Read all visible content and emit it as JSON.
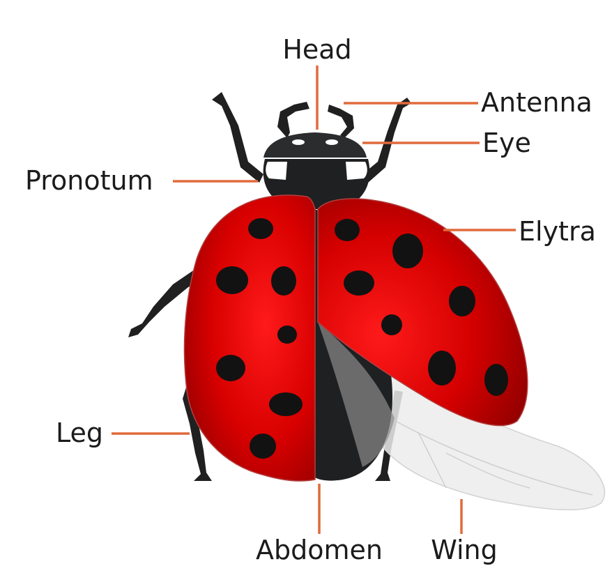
{
  "diagram": {
    "labels": {
      "head": "Head",
      "antenna": "Antenna",
      "eye": "Eye",
      "pronotum": "Pronotum",
      "elytra": "Elytra",
      "leg": "Leg",
      "abdomen": "Abdomen",
      "wing": "Wing"
    },
    "colors": {
      "leader_line": "#e06a3c",
      "elytra_red": "#d40000",
      "body_black": "#1e2022",
      "spots": "#121212",
      "wing": "#ececec"
    }
  }
}
